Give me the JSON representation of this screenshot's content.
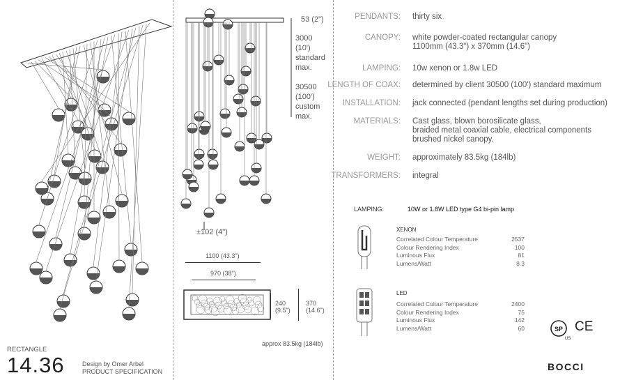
{
  "specs": [
    {
      "label": "PENDANTS:",
      "value": [
        "thirty six"
      ]
    },
    {
      "label": "CANOPY:",
      "value": [
        "white powder-coated rectangular canopy",
        "1100mm (43.3\") x 370mm (14.6\")"
      ]
    },
    {
      "label": "LAMPING:",
      "value": [
        "10w xenon or 1.8w LED"
      ]
    },
    {
      "label": "LENGTH OF COAX:",
      "value": [
        "determined by client 30500 (100') standard maximum"
      ]
    },
    {
      "label": "INSTALLATION:",
      "value": [
        "jack connected (pendant lengths set during production)"
      ]
    },
    {
      "label": "MATERIALS:",
      "value": [
        "Cast glass, blown borosilicate glass,",
        "braided metal coaxial cable, electrical components",
        "brushed nickel canopy."
      ]
    },
    {
      "label": "WEIGHT:",
      "value": [
        "approximately 83.5kg (184lb)"
      ]
    },
    {
      "label": "TRANSFORMERS:",
      "value": [
        "integral"
      ]
    }
  ],
  "lamping": {
    "title": "LAMPING:",
    "desc": "10W or 1.8W LED type G4 bi-pin lamp",
    "xenon": {
      "title": "XENON",
      "rows": [
        {
          "label": "Correlated Colour Temperature",
          "value": "2537"
        },
        {
          "label": "Colour Rendering Index",
          "value": "100"
        },
        {
          "label": "Luminous Flux",
          "value": "81"
        },
        {
          "label": "Lumens/Watt",
          "value": "8.3"
        }
      ]
    },
    "led": {
      "title": "LED",
      "rows": [
        {
          "label": "Correlated Colour Temperature",
          "value": "2400"
        },
        {
          "label": "Colour Rendering Index",
          "value": "75"
        },
        {
          "label": "Luminous Flux",
          "value": "142"
        },
        {
          "label": "Lumens/Watt",
          "value": "60"
        }
      ]
    }
  },
  "dims": {
    "canopy_height": "53 (2\")",
    "standard_len": [
      "3000",
      "(10')",
      "standard",
      "max."
    ],
    "custom_len": [
      "30500",
      "(100')",
      "custom",
      "max."
    ],
    "pendant_height": "±102 (4\")",
    "width_outer": "1100 (43.3\")",
    "width_inner": "970 (38\")",
    "depth_inner": [
      "240",
      "(9.5\")"
    ],
    "depth_outer": [
      "370",
      "(14.6\")"
    ],
    "weight": "approx 83.5kg (184lb)"
  },
  "product": {
    "shape": "RECTANGLE",
    "number": "14.36",
    "designer": "Design by Omer Arbel",
    "doc": "PRODUCT SPECIFICATION",
    "brand": "BOCCI"
  },
  "certs": {
    "csa": "SP",
    "csa_us": "US",
    "ce": "CE"
  }
}
